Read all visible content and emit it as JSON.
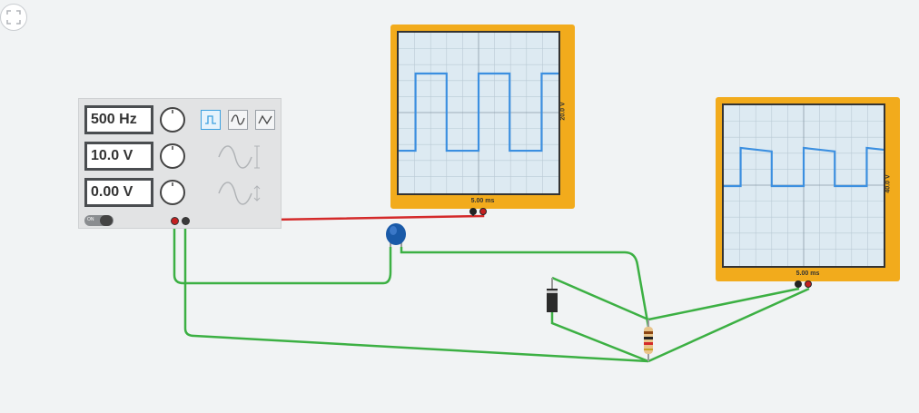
{
  "function_generator": {
    "frequency": "500 Hz",
    "amplitude": "10.0 V",
    "offset": "0.00 V",
    "power_label": "ON",
    "waveforms": [
      "square",
      "sine",
      "triangle"
    ],
    "selected_waveform": "square"
  },
  "scope_1": {
    "time_per_div": "5.00 ms",
    "volts_per_div": "20.0 V"
  },
  "scope_2": {
    "time_per_div": "5.00 ms",
    "volts_per_div": "40.0 V"
  },
  "colors": {
    "wire_green": "#3cb043",
    "wire_red": "#d42a2a",
    "scope_body": "#f2ab1c",
    "trace": "#3b8fe0",
    "capacitor": "#1a5aa8"
  }
}
